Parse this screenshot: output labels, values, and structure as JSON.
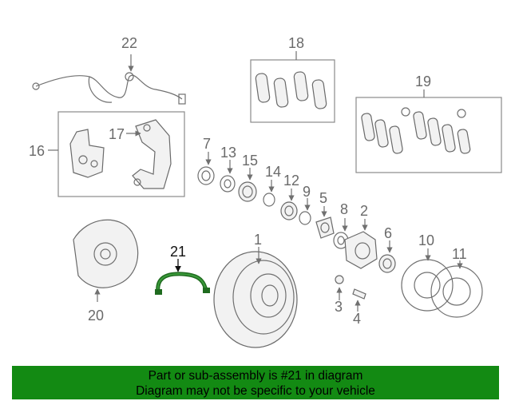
{
  "callouts": {
    "c1": "1",
    "c2": "2",
    "c3": "3",
    "c4": "4",
    "c5": "5",
    "c6": "6",
    "c7": "7",
    "c8": "8",
    "c9": "9",
    "c10": "10",
    "c11": "11",
    "c12": "12",
    "c13": "13",
    "c14": "14",
    "c15": "15",
    "c16": "16",
    "c17": "17",
    "c18": "18",
    "c19": "19",
    "c20": "20",
    "c21": "21",
    "c22": "22"
  },
  "highlighted_part": "21",
  "colors": {
    "banner": "#138a13",
    "highlight_part": "#1f6b1f",
    "lines": "#707070"
  },
  "banner": {
    "line1": "Part or sub-assembly is #21 in diagram",
    "line2": "Diagram may not be specific to your vehicle"
  }
}
